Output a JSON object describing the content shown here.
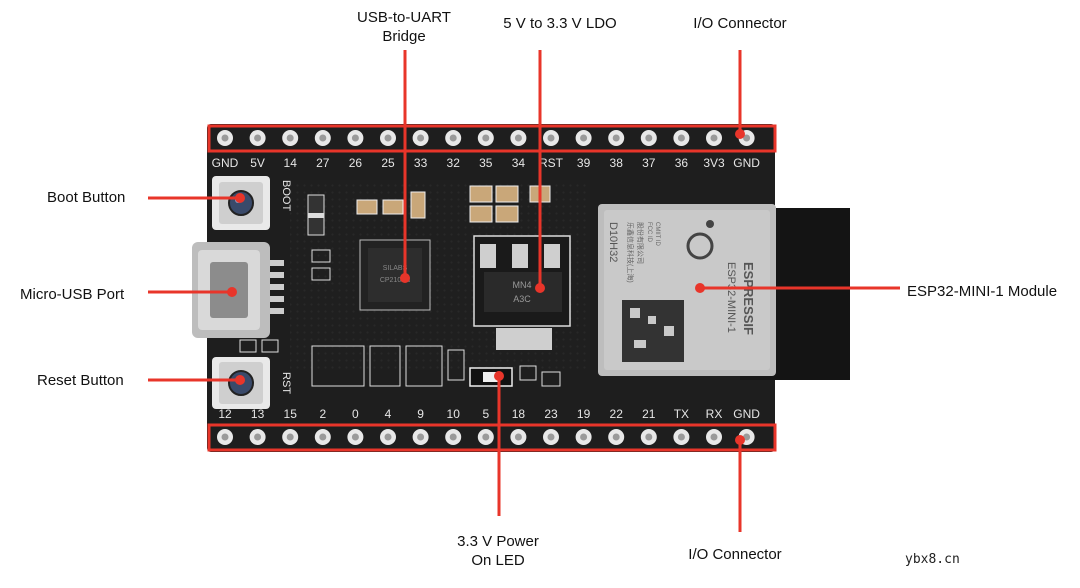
{
  "callouts": {
    "usb_uart_line1": "USB-to-UART",
    "usb_uart_line2": "Bridge",
    "ldo": "5 V to 3.3 V LDO",
    "io_top": "I/O Connector",
    "boot": "Boot Button",
    "micro_usb": "Micro-USB Port",
    "reset": "Reset Button",
    "esp_module": "ESP32-MINI-1 Module",
    "power_led_line1": "3.3 V Power",
    "power_led_line2": "On LED",
    "io_bottom": "I/O Connector"
  },
  "board": {
    "top_pin_labels": [
      "GND",
      "5V",
      "14",
      "27",
      "26",
      "25",
      "33",
      "32",
      "35",
      "34",
      "RST",
      "39",
      "38",
      "37",
      "36",
      "3V3",
      "GND"
    ],
    "bottom_pin_labels": [
      "12",
      "13",
      "15",
      "2",
      "0",
      "4",
      "9",
      "10",
      "5",
      "18",
      "23",
      "19",
      "22",
      "21",
      "TX",
      "RX",
      "GND"
    ],
    "boot_silk": "BOOT",
    "rst_silk": "RST",
    "module_text": [
      "ESPRESSIF",
      "ESP32-MINI-1",
      "D10H32",
      "乐鑫信息科技(上海)",
      "股份有限公司",
      "FCC ID",
      "CMIIT ID"
    ],
    "ldo_marking": [
      "MN4",
      "A3C"
    ],
    "bridge_marking": [
      "SILABS",
      "CP2102N"
    ]
  },
  "watermark": "ybx8.cn",
  "colors": {
    "callout_line": "#e8352a",
    "board": "#1e1e1e",
    "silkscreen": "#e6e6e6",
    "pin_ring": "#e8e8e8"
  }
}
